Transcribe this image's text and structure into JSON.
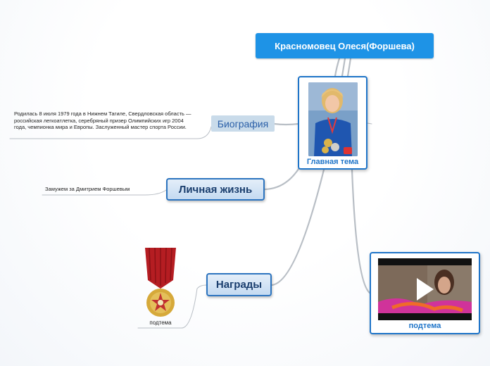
{
  "root": {
    "title": "Красномовец Олеся(Форшева)"
  },
  "main_topic": {
    "label": "Главная тема",
    "image": "athlete-photo"
  },
  "branches": {
    "biography": {
      "label": "Биография",
      "note": "Родилась 8 июля 1979 года в Нижнем Тагиле, Свердловская область — российская легкоатлетка, серебряный призер Олимпийских игр 2004 года, чемпионка мира и Европы. Заслуженный мастер спорта России."
    },
    "personal_life": {
      "label": "Личная жизнь",
      "note": "Замужем за Дмитрием Форшевым"
    },
    "awards": {
      "label": "Награды",
      "child": {
        "label": "подтема",
        "image": "medal-image"
      }
    },
    "video": {
      "label": "подтема",
      "image": "video-thumbnail",
      "icon": "play-icon"
    }
  },
  "colors": {
    "root_fill": "#1e93e6",
    "card_border": "#1e74c8",
    "subtopic_border": "#2c74bf",
    "link_stroke": "#b8bec5"
  }
}
